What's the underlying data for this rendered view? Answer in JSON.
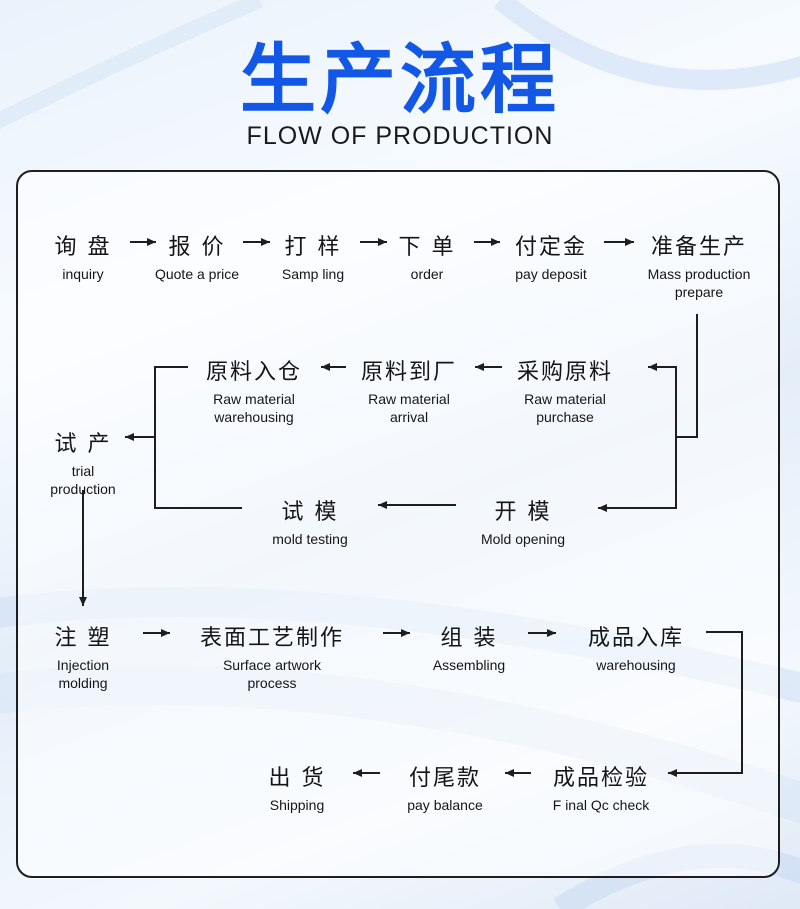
{
  "header": {
    "title_cn": "生产流程",
    "title_en": "FLOW OF PRODUCTION"
  },
  "steps": [
    {
      "id": "inquiry",
      "cn": "询 盘",
      "en": "inquiry"
    },
    {
      "id": "quote",
      "cn": "报 价",
      "en": "Quote a price"
    },
    {
      "id": "sampling",
      "cn": "打 样",
      "en": "Samp ling"
    },
    {
      "id": "order",
      "cn": "下 单",
      "en": "order"
    },
    {
      "id": "deposit",
      "cn": "付定金",
      "en": "pay deposit"
    },
    {
      "id": "mass-prep",
      "cn": "准备生产",
      "en": "Mass production prepare"
    },
    {
      "id": "raw-purchase",
      "cn": "采购原料",
      "en": "Raw material purchase"
    },
    {
      "id": "raw-arrival",
      "cn": "原料到厂",
      "en": "Raw material arrival"
    },
    {
      "id": "raw-warehousing",
      "cn": "原料入仓",
      "en": "Raw material warehousing"
    },
    {
      "id": "trial",
      "cn": "试 产",
      "en": "trial production"
    },
    {
      "id": "mold-opening",
      "cn": "开 模",
      "en": "Mold opening"
    },
    {
      "id": "mold-testing",
      "cn": "试 模",
      "en": "mold testing"
    },
    {
      "id": "injection",
      "cn": "注 塑",
      "en": "Injection molding"
    },
    {
      "id": "surface",
      "cn": "表面工艺制作",
      "en": "Surface artwork process"
    },
    {
      "id": "assembling",
      "cn": "组 装",
      "en": "Assembling"
    },
    {
      "id": "warehousing",
      "cn": "成品入库",
      "en": "warehousing"
    },
    {
      "id": "final-qc",
      "cn": "成品检验",
      "en": "F inal Qc check"
    },
    {
      "id": "balance",
      "cn": "付尾款",
      "en": "pay balance"
    },
    {
      "id": "shipping",
      "cn": "出 货",
      "en": "Shipping"
    }
  ],
  "colors": {
    "title": "#1257e6",
    "text": "#151515",
    "line": "#1e1e1e"
  }
}
